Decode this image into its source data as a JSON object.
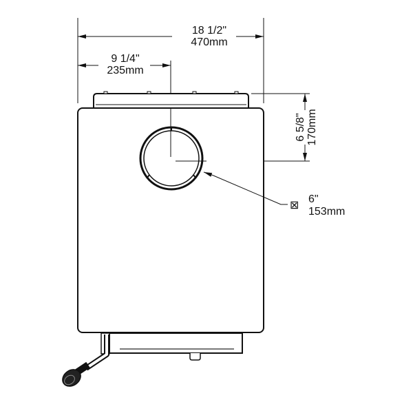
{
  "dimensions": {
    "overall_width": {
      "imperial": "18  1/2\"",
      "metric": "470mm"
    },
    "outlet_offset": {
      "imperial": "9  1/4\"",
      "metric": "235mm"
    },
    "outlet_depth": {
      "imperial": "6  5/8\"",
      "metric": "170mm"
    },
    "outlet_diameter": {
      "symbol": "⊠",
      "imperial": "6\"",
      "metric": "153mm"
    }
  },
  "colors": {
    "line": "#111111",
    "accent_line": "#777777"
  }
}
